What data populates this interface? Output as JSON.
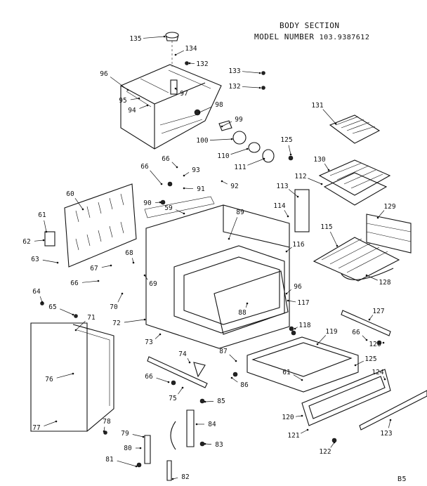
{
  "header": {
    "title": "BODY SECTION",
    "model_label": "MODEL NUMBER",
    "model_number": "103.9387612"
  },
  "page_code": "B5",
  "callouts": [
    "135",
    "134",
    "132",
    "133",
    "132",
    "96",
    "97",
    "95",
    "94",
    "98",
    "99",
    "100",
    "110",
    "111",
    "125",
    "131",
    "66",
    "93",
    "92",
    "66",
    "91",
    "90",
    "59",
    "60",
    "61",
    "62",
    "63",
    "89",
    "114",
    "113",
    "112",
    "130",
    "129",
    "115",
    "116",
    "68",
    "67",
    "66",
    "65",
    "64",
    "70",
    "69",
    "72",
    "71",
    "96",
    "117",
    "128",
    "88",
    "73",
    "118",
    "119",
    "127",
    "66",
    "126",
    "74",
    "87",
    "61",
    "125",
    "124",
    "66",
    "86",
    "75",
    "85",
    "76",
    "120",
    "123",
    "78",
    "77",
    "84",
    "79",
    "80",
    "83",
    "121",
    "122",
    "81",
    "82"
  ]
}
